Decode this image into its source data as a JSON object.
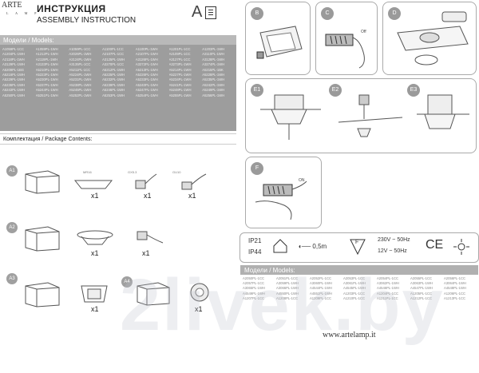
{
  "header": {
    "brand": "ARTE",
    "brand_small": "L A M P",
    "title_ru": "ИНСТРУКЦИЯ",
    "title_en": "ASSEMBLY INSTRUCTION",
    "mark": "A"
  },
  "models_header": "Модели / Models:",
  "models": [
    "A1059PL-1CC",
    "A1059PL-1WH",
    "A1059PL-1CC",
    "A1100PL-1CC",
    "A1100PL-1WH",
    "A1201PL-1CC",
    "A1203PL-1WH",
    "A1204PL-1WH",
    "A1212PL-1WH",
    "A2026PL-1WH",
    "A2107PL-1CC",
    "A2107PL-1WH",
    "A2109PL-1CC",
    "A2110PL-1WH",
    "A2118PL-1WH",
    "A2119PL-1WH",
    "A2124PL-1WH",
    "A3125PL-1WH",
    "A3126PL-1WH",
    "A3127PL-1CC",
    "A3128PL-1WH",
    "A3129PL-1WH",
    "A3133PL-1WH",
    "A3135PL-1CC",
    "A3270PL-1CC",
    "A3272PL-1WH",
    "A3273PL-1WH",
    "A3274PL-1WH",
    "A5209PL-1BG",
    "A5210PL-1WH",
    "A5211PL-1CC",
    "A5212PL-1WH",
    "A5213PL-1WH",
    "A5214PL-1WH",
    "A5215PL-1BK",
    "A5216PL-1WH",
    "A5223PL-1WH",
    "A5224PL-1WH",
    "A5225PL-1WH",
    "A5226PL-1WH",
    "A5227PL-1WH",
    "A5228PL-1WH",
    "A5229PL-1WH",
    "A5230PL-1WH",
    "A5231PL-1WH",
    "A5232PL-1WH",
    "A5233PL-1WH",
    "A5234PL-1WH",
    "A5235PL-1WH",
    "A5236PL-1WH",
    "A5237PL-1WH",
    "A5238PL-1WH",
    "A5239PL-1WH",
    "A5240PL-1WH",
    "A5241PL-1WH",
    "A5242PL-1WH",
    "A5243PL-1WH",
    "A5244PL-1WH",
    "A5245PL-1WH",
    "A5246PL-1WH",
    "A5247PL-1WH",
    "A5248PL-1WH",
    "A5249PL-1WH",
    "A5250PL-1WH",
    "A5251PL-1WH",
    "A5252PL-1WH",
    "A5253PL-1WH",
    "A5254PL-1WH",
    "A5255PL-1WH",
    "A5256PL-1WH"
  ],
  "contents_header": "Комплектация / Package Contents:",
  "rows": [
    {
      "label": "A1",
      "qty": [
        "x1",
        "x1",
        "x1"
      ]
    },
    {
      "label": "A2",
      "qty": [
        "x1",
        "x1"
      ]
    },
    {
      "label": "A3",
      "qty": [
        "x1"
      ]
    },
    {
      "label": "A4",
      "qty": [
        "x1"
      ]
    }
  ],
  "part_labels": [
    "MR16",
    "GX5.3",
    "GU10"
  ],
  "panels": [
    {
      "label": "B"
    },
    {
      "label": "C",
      "text": "Off"
    },
    {
      "label": "D"
    },
    {
      "label": "E1"
    },
    {
      "label": "E2"
    },
    {
      "label": "E3"
    },
    {
      "label": "F",
      "text": "ON"
    }
  ],
  "specs": {
    "ip1": "IP21",
    "ip2": "IP44",
    "distance": "0,5m",
    "f_mark": "F",
    "v1": "230V ~ 50Hz",
    "v2": "12V ~ 50Hz",
    "ce": "CE"
  },
  "models2_header": "Модели / Models:",
  "models2": [
    "A2050PL-1CC",
    "A2051PL-1CC",
    "A2052PL-1CC",
    "A2053PL-1CC",
    "A2054PL-1CC",
    "A2055PL-1CC",
    "A2056PL-1CC",
    "A2057PL-1CC",
    "A3059PL-1WH",
    "A3060PL-1WH",
    "A3061PL-1WH",
    "A3062PL-1WH",
    "A3063PL-1WH",
    "A3064PL-1WH",
    "A3065PL-1WH",
    "A3066PL-1WH",
    "A4544PL-1WH",
    "A4545PL-1WH",
    "A4546PL-1WH",
    "A4547PL-1WH",
    "A4548PL-1WH",
    "A4549PL-1WH",
    "A4550PL-1WH",
    "A4551PL-1WH",
    "A1203PL-1CC",
    "A1204PL-1CC",
    "A1205PL-1CC",
    "A1206PL-1CC",
    "A1207PL-1CC",
    "A1208PL-1CC",
    "A1209PL-1CC",
    "A1210PL-1CC",
    "A1211PL-1CC",
    "A1212PL-1CC",
    "A1213PL-1CC"
  ],
  "url": "www.artelamp.it",
  "watermark": "2livek.by"
}
